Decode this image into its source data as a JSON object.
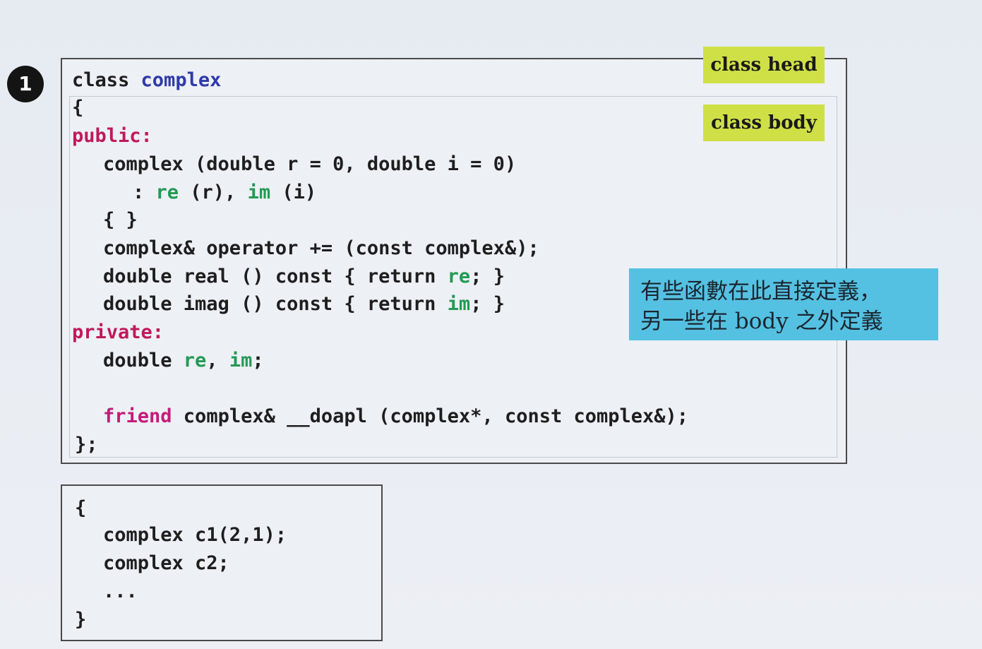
{
  "step_number": "1",
  "labels": {
    "class_head": "class head",
    "class_body": "class body"
  },
  "note": {
    "line1": "有些函數在此直接定義，",
    "line2": "另一些在 body 之外定義"
  },
  "class_code": {
    "kw_class": "class",
    "class_name": "complex",
    "open_brace": "{",
    "kw_public": "public:",
    "ctor_sig": "complex (double r = 0, double i = 0)",
    "init_colon": ": ",
    "init_re": "re",
    "init_mid": " (r), ",
    "init_im": "im",
    "init_end": " (i)",
    "ctor_body": "{ }",
    "op_decl": "complex& operator += (const complex&);",
    "real_pre": "double real () const { return ",
    "real_member": "re",
    "real_post": "; }",
    "imag_pre": "double imag () const { return ",
    "imag_member": "im",
    "imag_post": "; }",
    "kw_private": "private:",
    "data_pre": "double ",
    "data_re": "re",
    "data_sep": ", ",
    "data_im": "im",
    "data_post": ";",
    "kw_friend": "friend",
    "friend_rest": " complex& __doapl (complex*, const complex&);",
    "close_brace": "};"
  },
  "usage_code": {
    "open_brace": "{",
    "line1": "complex c1(2,1);",
    "line2": "complex c2;",
    "line3": "...",
    "close_brace": "}"
  },
  "colors": {
    "class_keyword": "#2f3aa8",
    "access_keyword": "#c0195a",
    "friend_keyword": "#c41c78",
    "member_name": "#239a55",
    "label_bg": "#cfe047",
    "note_bg": "#55c1e2"
  }
}
